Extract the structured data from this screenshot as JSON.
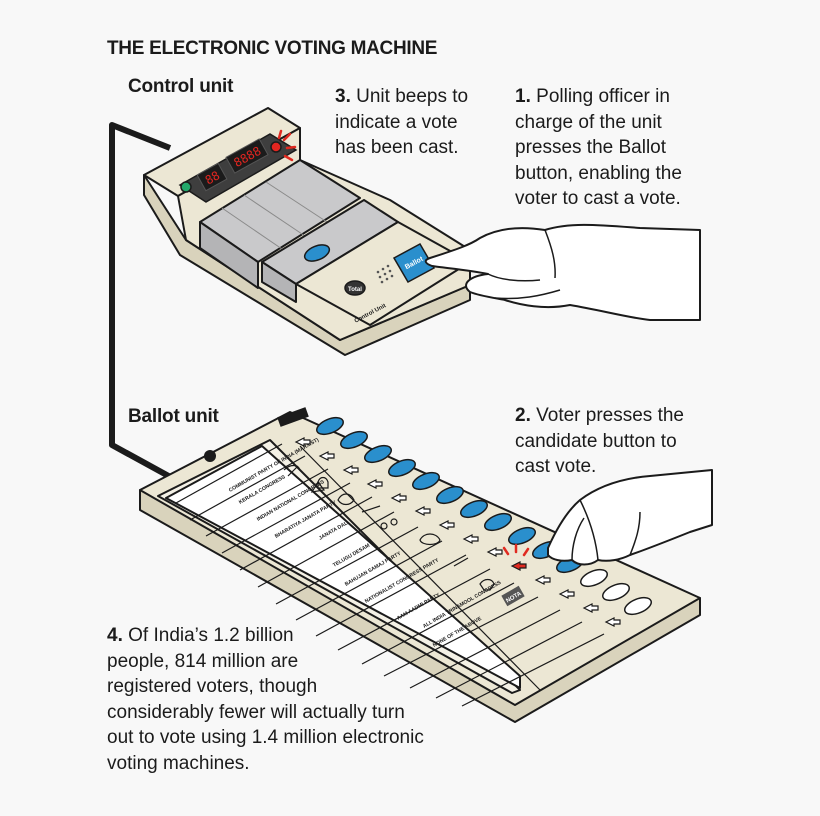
{
  "title": "THE ELECTRONIC VOTING MACHINE",
  "labels": {
    "control_unit": "Control unit",
    "ballot_unit": "Ballot unit"
  },
  "control_unit_device": {
    "display_left": "88",
    "display_right": "8888",
    "ballot_button": "Ballot",
    "total_button": "Total",
    "panel_text": "Control Unit"
  },
  "notes": [
    {
      "num": "1.",
      "text": "Polling officer in\ncharge of the unit\npresses the Ballot\nbutton, enabling the\nvoter to cast a vote."
    },
    {
      "num": "2.",
      "text": "Voter presses the\ncandidate button to\ncast vote."
    },
    {
      "num": "3.",
      "text": "Unit beeps to\nindicate a vote\nhas been cast."
    },
    {
      "num": "4.",
      "text": "Of India’s 1.2 billion\npeople, 814 million are\nregistered voters, though\nconsiderably fewer will actually turn\nout to vote using 1.4 million electronic\nvoting machines."
    }
  ],
  "ballot": {
    "candidates": [
      "COMMUNIST PARTY OF INDIA (MARXIST)",
      "KERALA CONGRESS",
      "INDIAN NATIONAL CONGRESS",
      "BHARATIYA JANATA PARTY",
      "JANATA DAL",
      "TELUGU DESAM",
      "BAHUJAN SAMAJ PARTY",
      "NATIONALIST CONGRESS PARTY",
      "AAM AADMI PARTY",
      "ALL INDIA TRINAMOOL CONGRESS",
      "NONE OF THE ABOVE"
    ],
    "nota_badge": "NOTA"
  },
  "colors": {
    "device_body": "#ece7d4",
    "button_blue": "#2a8fcd",
    "display_red": "#e22620",
    "indicator_green": "#22a86a",
    "beep_red": "#e02a20"
  }
}
